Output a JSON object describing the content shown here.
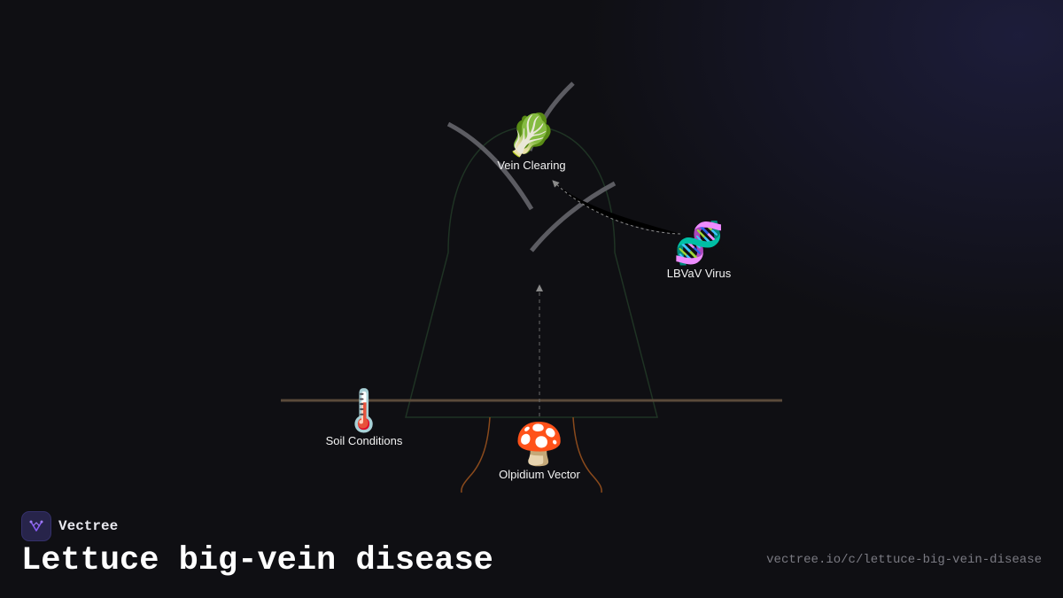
{
  "diagram": {
    "nodes": {
      "vein_clearing": {
        "label": "Vein Clearing",
        "icon": "lettuce-icon",
        "emoji": "🥬"
      },
      "lbvav_virus": {
        "label": "LBVaV Virus",
        "icon": "dna-icon",
        "emoji": "🧬"
      },
      "soil_conditions": {
        "label": "Soil Conditions",
        "icon": "thermometer-icon",
        "emoji": "🌡️"
      },
      "olpidium_vector": {
        "label": "Olpidium Vector",
        "icon": "mushroom-icon",
        "emoji": "🍄"
      }
    },
    "colors": {
      "outline": "#1f3324",
      "ground": "#5a4a3a",
      "roots": "#8a4a1c",
      "veins": "#5a5a60",
      "arrow": "#8a8a8a"
    }
  },
  "footer": {
    "brand_name": "Vectree",
    "title": "Lettuce big-vein disease",
    "url": "vectree.io/c/lettuce-big-vein-disease",
    "accent_color": "#8a5cf6"
  }
}
